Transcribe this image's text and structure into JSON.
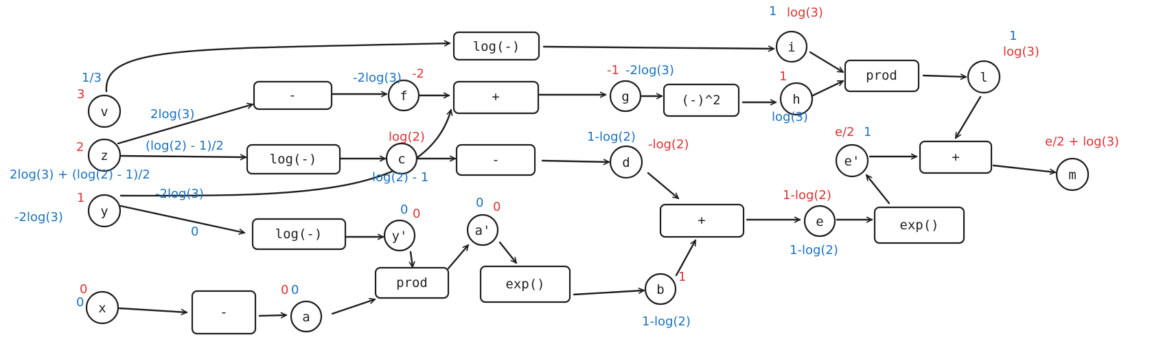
{
  "colors": {
    "ink": "#1e1e1e",
    "blue": "#1971c2",
    "red": "#e03131",
    "background": "#ffffff"
  },
  "nodes": {
    "v": "v",
    "z": "z",
    "y": "y",
    "x": "x",
    "f": "f",
    "c": "c",
    "y_prime": "y'",
    "a": "a",
    "a_prime": "a'",
    "g": "g",
    "d": "d",
    "b": "b",
    "i": "i",
    "h": "h",
    "e": "e",
    "e_prime": "e'",
    "l": "l",
    "m": "m"
  },
  "ops": {
    "log_top": "log(-)",
    "neg_f": "-",
    "log_c": "log(-)",
    "log_y": "log(-)",
    "neg_x": "-",
    "plus_g": "+",
    "neg_d": "-",
    "prod_a": "prod",
    "exp_b": "exp()",
    "square": "(-)^2",
    "plus_e": "+",
    "prod_l": "prod",
    "exp_e": "exp()",
    "plus_m": "+"
  },
  "labels": {
    "v_blue": "1/3",
    "v_red": "3",
    "z_red": "2",
    "z_blue": "2log(3) + (log(2) - 1)/2",
    "z_to_neg": "2log(3)",
    "z_to_log": "(log(2) - 1)/2",
    "y_red": "1",
    "y_blue": "-2log(3)",
    "y_to_plus": "-2log(3)",
    "y_to_log": "0",
    "x_red": "0",
    "x_blue": "0",
    "f_blue": "-2log(3)",
    "f_red": "-2",
    "c_red": "log(2)",
    "c_blue": "log(2) - 1",
    "yp_blue": "0",
    "yp_red": "0",
    "a_red": "0",
    "a_blue": "0",
    "ap_blue": "0",
    "ap_red": "0",
    "g_red": "-1",
    "g_blue": "-2log(3)",
    "d_blue": "1-log(2)",
    "d_red": "-log(2)",
    "b_red": "1",
    "b_blue": "1-log(2)",
    "i_blue": "1",
    "i_red": "log(3)",
    "h_red": "1",
    "h_blue": "log(3)",
    "e_red": "1-log(2)",
    "e_blue": "1-log(2)",
    "ep_red": "e/2",
    "ep_blue": "1",
    "l_blue": "1",
    "l_red": "log(3)",
    "m_red": "e/2 + log(3)"
  }
}
